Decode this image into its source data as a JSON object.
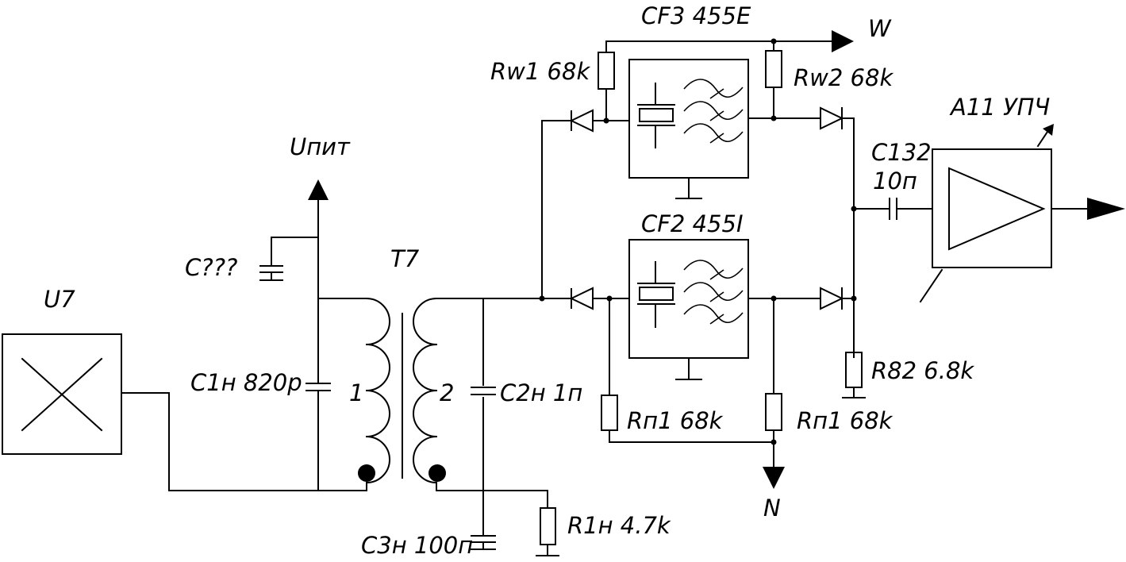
{
  "labels": {
    "u7": "U7",
    "upit": "Uпит",
    "c_unknown": "C???",
    "t7": "T7",
    "c1n": "C1н 820р",
    "winding1": "1",
    "winding2": "2",
    "c2n": "C2н 1п",
    "c3n": "C3н 100п",
    "r1n": "R1н 4.7k",
    "cf3": "CF3 455E",
    "w_out": "W",
    "rw1": "Rw1 68k",
    "rw2": "Rw2 68k",
    "cf2": "CF2 455I",
    "rp1_left": "Rп1 68k",
    "rp1_right": "Rп1 68k",
    "n_out": "N",
    "r82": "R82 6.8k",
    "c132_name": "C132",
    "c132_value": "10п",
    "a11": "A11 УПЧ"
  }
}
